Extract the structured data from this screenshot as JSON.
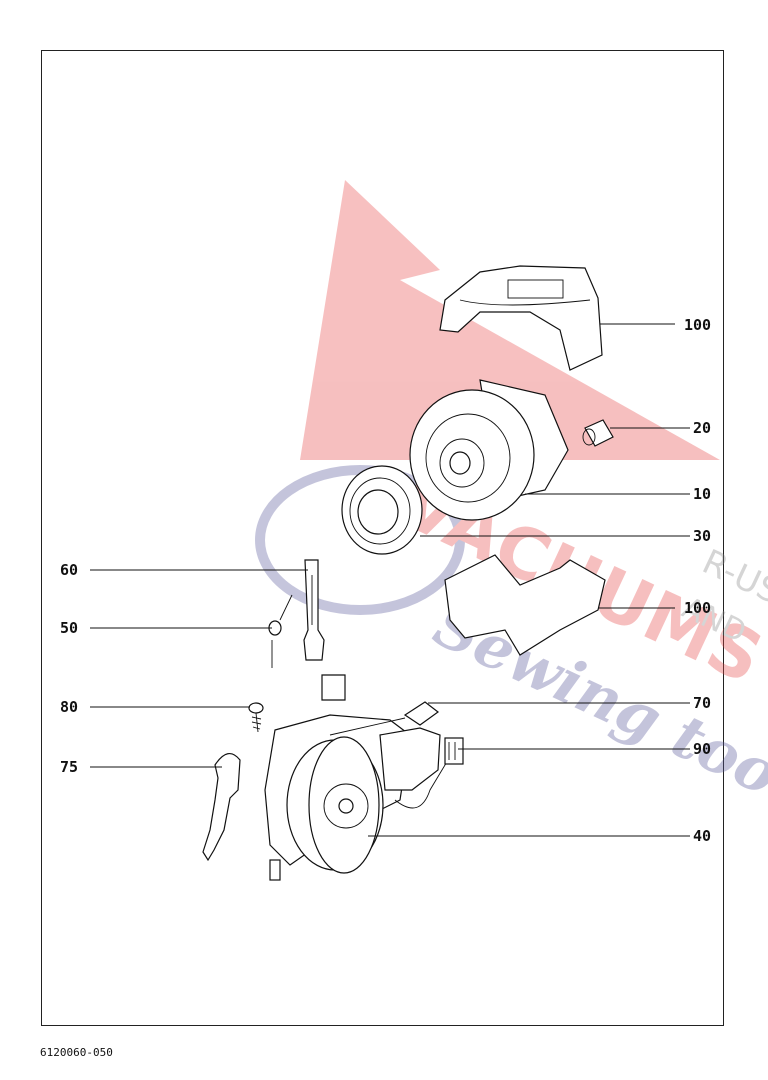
{
  "callouts": [
    {
      "id": "label-100-top",
      "text": "100"
    },
    {
      "id": "label-20",
      "text": "20"
    },
    {
      "id": "label-10",
      "text": "10"
    },
    {
      "id": "label-30",
      "text": "30"
    },
    {
      "id": "label-60",
      "text": "60"
    },
    {
      "id": "label-100-bottom",
      "text": "100"
    },
    {
      "id": "label-50",
      "text": "50"
    },
    {
      "id": "label-80",
      "text": "80"
    },
    {
      "id": "label-70",
      "text": "70"
    },
    {
      "id": "label-75",
      "text": "75"
    },
    {
      "id": "label-90",
      "text": "90"
    },
    {
      "id": "label-40",
      "text": "40"
    }
  ],
  "footer": {
    "code": "6120060-050"
  },
  "watermark": {
    "text": "VACUUMS R-US AND Sewing too",
    "color": "#e84a4a",
    "secondary_color": "#5a5a9a"
  }
}
